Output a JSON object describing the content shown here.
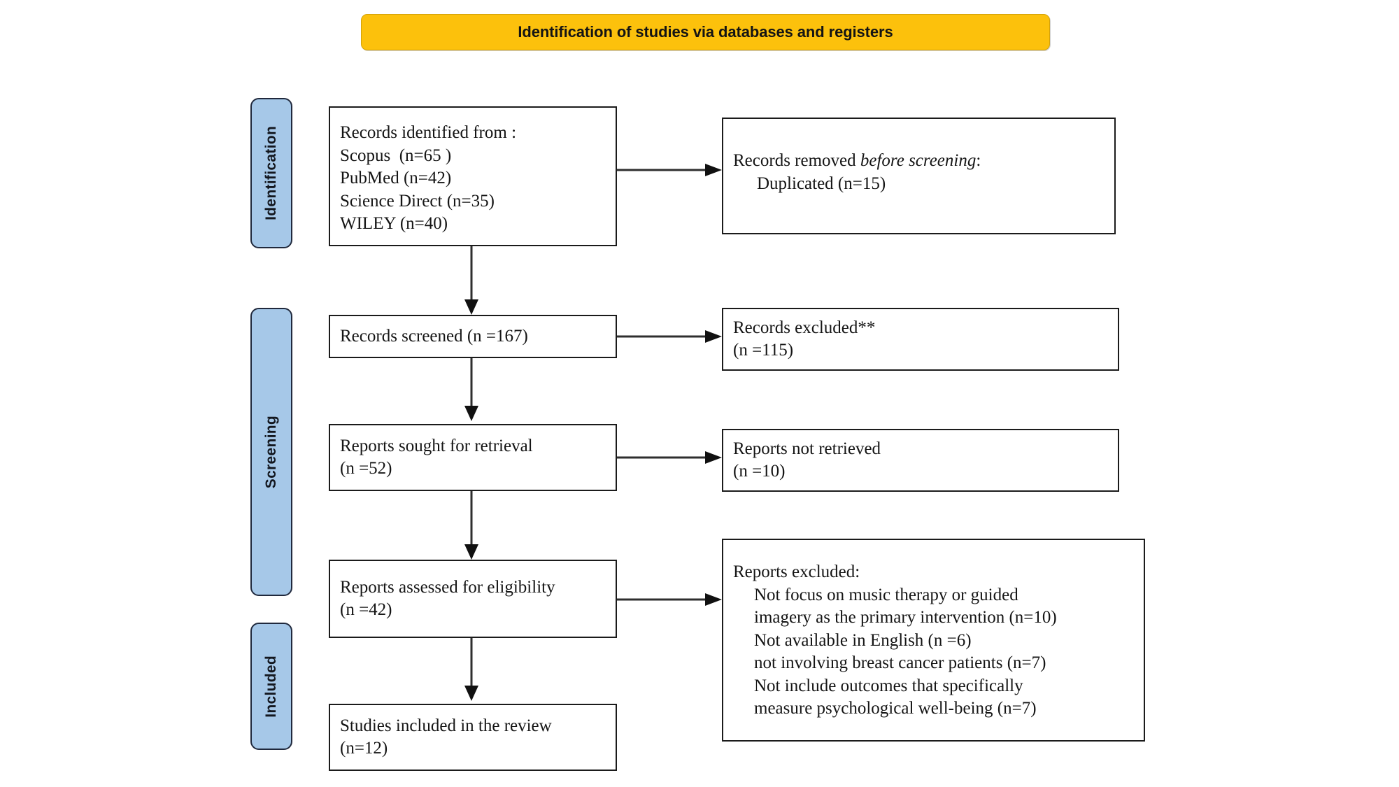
{
  "header": {
    "title": "Identification of studies via databases and registers",
    "bg_color": "#FCC10C",
    "text_color": "#141414"
  },
  "stage_labels": [
    {
      "name": "identification",
      "text": "Identification"
    },
    {
      "name": "screening",
      "text": "Screening"
    },
    {
      "name": "included",
      "text": "Included"
    }
  ],
  "stage_label_style": {
    "bg_color": "#A6C8E8",
    "border_color": "#20293d"
  },
  "boxes": {
    "records_identified": {
      "lines": [
        "Records identified from :",
        "Scopus  (n=65 )",
        "PubMed (n=42)",
        "Science Direct (n=35)",
        "WILEY (n=40)"
      ]
    },
    "records_removed": {
      "line1_pre": "Records removed ",
      "line1_italic": "before screening",
      "line1_post": ":",
      "line2": "Duplicated (n=15)"
    },
    "records_screened": {
      "lines": [
        "Records screened (n =167)"
      ]
    },
    "records_excluded": {
      "lines": [
        "Records excluded**",
        "(n =115)"
      ]
    },
    "reports_sought": {
      "lines": [
        "Reports sought for retrieval",
        "(n =52)"
      ]
    },
    "reports_not_retrieved": {
      "lines": [
        "Reports not retrieved",
        "(n =10)"
      ]
    },
    "reports_assessed": {
      "lines": [
        "Reports assessed for eligibility",
        "(n =42)"
      ]
    },
    "reports_excluded": {
      "heading": "Reports excluded:",
      "reasons": [
        "Not focus on music therapy or guided",
        "imagery as the primary intervention (n=10)",
        "Not available in English (n =6)",
        "not involving breast cancer patients (n=7)",
        "Not include outcomes that specifically",
        "measure psychological well-being (n=7)"
      ]
    },
    "studies_included": {
      "lines": [
        "Studies included in the review",
        "(n=12)"
      ]
    }
  },
  "connectors": [
    {
      "name": "arrow-identified-to-removed",
      "direction": "right"
    },
    {
      "name": "arrow-identified-to-screened",
      "direction": "down"
    },
    {
      "name": "arrow-screened-to-excluded",
      "direction": "right"
    },
    {
      "name": "arrow-screened-to-sought",
      "direction": "down"
    },
    {
      "name": "arrow-sought-to-not-retrieved",
      "direction": "right"
    },
    {
      "name": "arrow-sought-to-assessed",
      "direction": "down"
    },
    {
      "name": "arrow-assessed-to-excluded",
      "direction": "right"
    },
    {
      "name": "arrow-assessed-to-included",
      "direction": "down"
    }
  ]
}
